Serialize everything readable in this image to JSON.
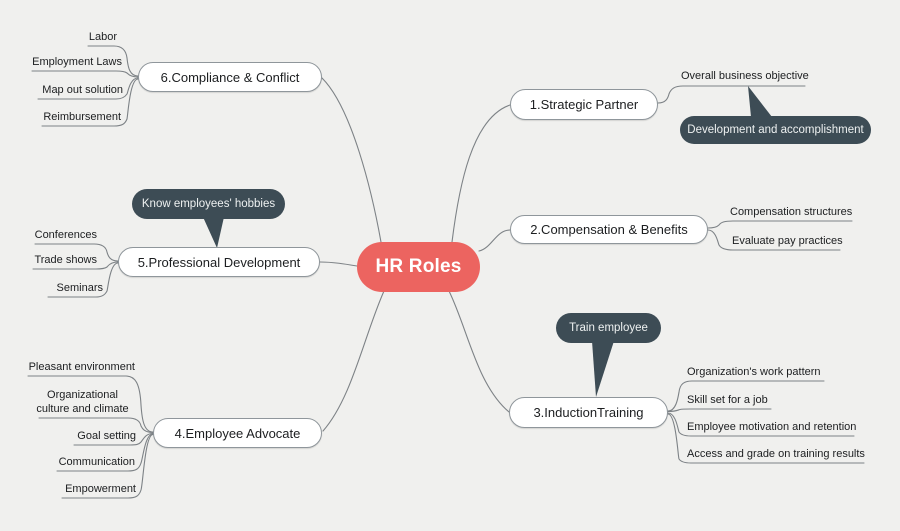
{
  "root": {
    "label": "HR Roles"
  },
  "branches": [
    {
      "label": "1.Strategic Partner",
      "children": [
        {
          "label": "Overall business objective",
          "callout": "Development and accomplishment"
        }
      ]
    },
    {
      "label": "2.Compensation & Benefits",
      "children": [
        {
          "label": "Compensation structures"
        },
        {
          "label": "Evaluate pay practices"
        }
      ]
    },
    {
      "label": "3.InductionTraining",
      "callout": "Train employee",
      "children": [
        {
          "label": "Organization's work pattern"
        },
        {
          "label": "Skill set for a job"
        },
        {
          "label": "Employee motivation and retention"
        },
        {
          "label": "Access and grade on training results"
        }
      ]
    },
    {
      "label": "4.Employee Advocate",
      "children": [
        {
          "label": "Pleasant environment"
        },
        {
          "label": "Organizational culture and climate"
        },
        {
          "label": "Goal setting"
        },
        {
          "label": "Communication"
        },
        {
          "label": "Empowerment"
        }
      ]
    },
    {
      "label": "5.Professional Development",
      "callout": "Know employees' hobbies",
      "children": [
        {
          "label": "Conferences"
        },
        {
          "label": "Trade shows"
        },
        {
          "label": "Seminars"
        }
      ]
    },
    {
      "label": "6.Compliance & Conflict",
      "children": [
        {
          "label": "Labor"
        },
        {
          "label": "Employment Laws"
        },
        {
          "label": "Map out solution"
        },
        {
          "label": "Reimbursement"
        }
      ]
    }
  ],
  "colors": {
    "background": "#f0f0ee",
    "root_fill": "#ec6460",
    "root_text": "#ffffff",
    "node_fill": "#ffffff",
    "node_border": "#8f969b",
    "callout_fill": "#3d4c55",
    "callout_text": "#eef1f1",
    "line": "#7d8286",
    "text": "#1c1e20"
  }
}
